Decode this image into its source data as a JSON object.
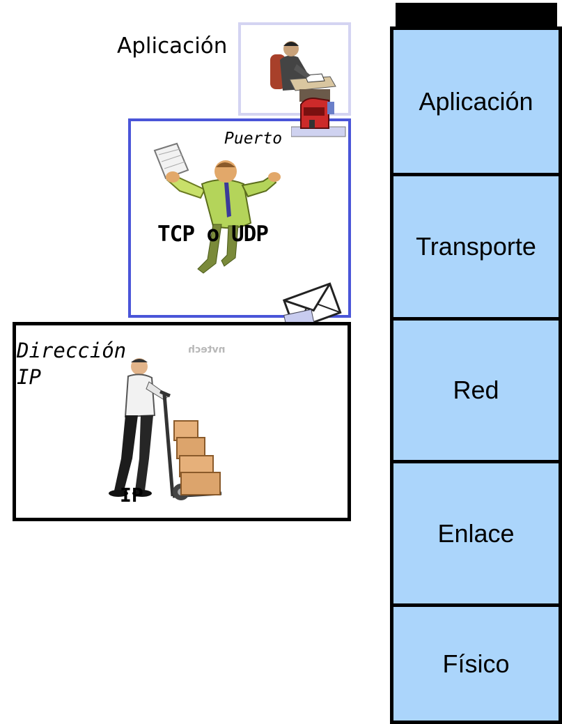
{
  "diagram": {
    "left": {
      "app_label": "Aplicación",
      "port_label": "Puerto",
      "transport_label": "TCP o UDP",
      "ip_address_label_line1": "Dirección",
      "ip_address_label_line2": "IP",
      "ip_label": "IP",
      "watermark": "nvtech"
    },
    "stack": {
      "layers": [
        {
          "label": "Aplicación"
        },
        {
          "label": "Transporte"
        },
        {
          "label": "Red"
        },
        {
          "label": "Enlace"
        },
        {
          "label": "Físico"
        }
      ]
    },
    "colors": {
      "stack_fill": "#abd5fb",
      "app_box_border": "#d4d4f2",
      "transport_box_border": "#4a55d8",
      "network_box_border": "#000000",
      "mailbox": "#cc2a2a"
    },
    "icons": [
      "office-worker-icon",
      "mailbox-icon",
      "messenger-man-icon",
      "envelopes-icon",
      "hand-truck-worker-icon"
    ]
  }
}
